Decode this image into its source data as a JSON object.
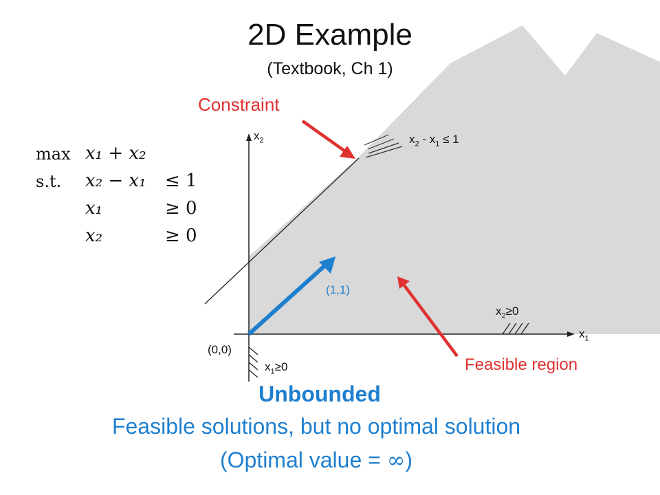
{
  "title": "2D Example",
  "subtitle": "(Textbook, Ch 1)",
  "lp": {
    "max_label": "max",
    "objective": "x₁ + x₂",
    "st_label": "s.t.",
    "rows": [
      {
        "lhs": "x₂ − x₁",
        "rhs": "≤ 1"
      },
      {
        "lhs": "x₁",
        "rhs": "≥ 0"
      },
      {
        "lhs": "x₂",
        "rhs": "≥ 0"
      }
    ]
  },
  "axes": {
    "x_label": {
      "base": "x",
      "sub": "1"
    },
    "y_label": {
      "base": "x",
      "sub": "2"
    },
    "origin": "(0,0)"
  },
  "constraint_label": "Constraint",
  "constraint_eq": {
    "a": "x",
    "a_sub": "2",
    "mid": " - x",
    "b_sub": "1",
    "rel": " ≤ 1"
  },
  "x2_nonneg": {
    "base": "x",
    "sub": "2",
    "rel": "≥0"
  },
  "x1_nonneg": {
    "base": "x",
    "sub": "1",
    "rel": "≥0"
  },
  "direction_label": "(1,1)",
  "feasible_label": "Feasible region",
  "conclusion": {
    "heading": "Unbounded",
    "line1": "Feasible solutions, but no optimal solution",
    "line2_prefix": "(Optimal value = ",
    "infinity": "∞",
    "line2_suffix": ")"
  },
  "colors": {
    "red": "#e03030",
    "blue": "#1f7fcf",
    "region": "#d9d9d9"
  }
}
